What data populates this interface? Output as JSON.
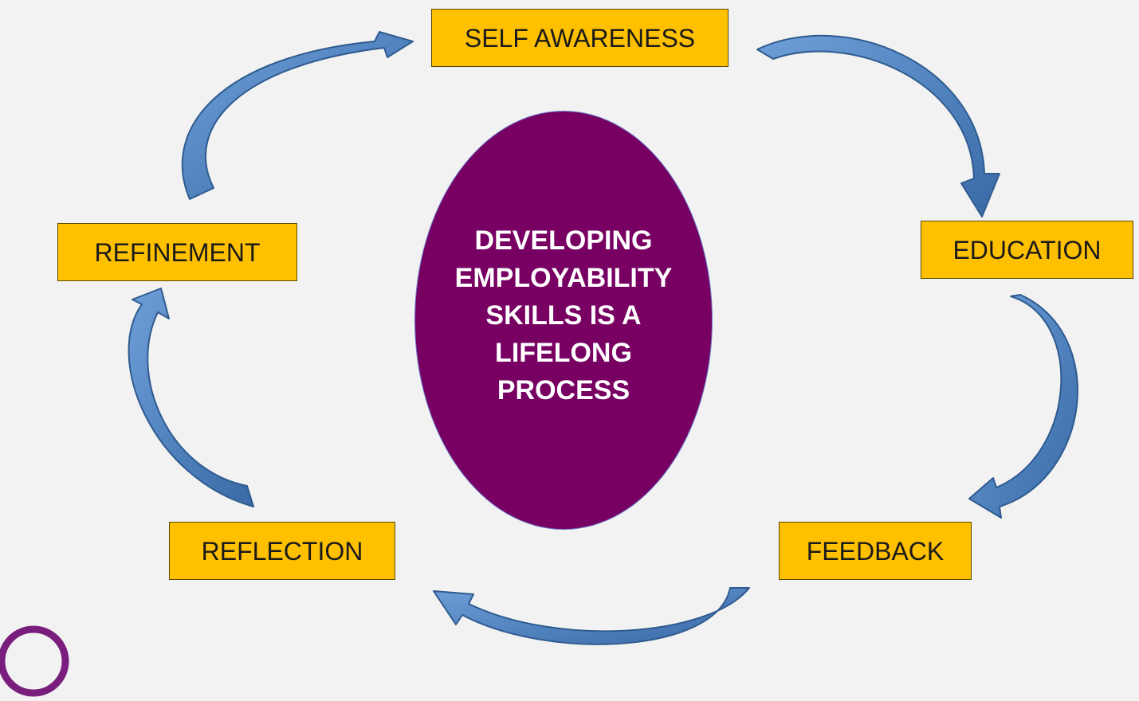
{
  "diagram": {
    "center_lines": [
      "DEVELOPING",
      "EMPLOYABILITY",
      "SKILLS IS A",
      "LIFELONG",
      "PROCESS"
    ],
    "stages": {
      "self_awareness": "SELF AWARENESS",
      "education": "EDUCATION",
      "feedback": "FEEDBACK",
      "reflection": "REFLECTION",
      "refinement": "REFINEMENT"
    },
    "colors": {
      "background": "#f2f2f2",
      "stage_box_fill": "#ffc000",
      "center_fill": "#770062",
      "arrow_fill": "#4f81bd",
      "arrow_edge": "#2f5b8f",
      "logo_ring": "#7a1e7e"
    }
  }
}
